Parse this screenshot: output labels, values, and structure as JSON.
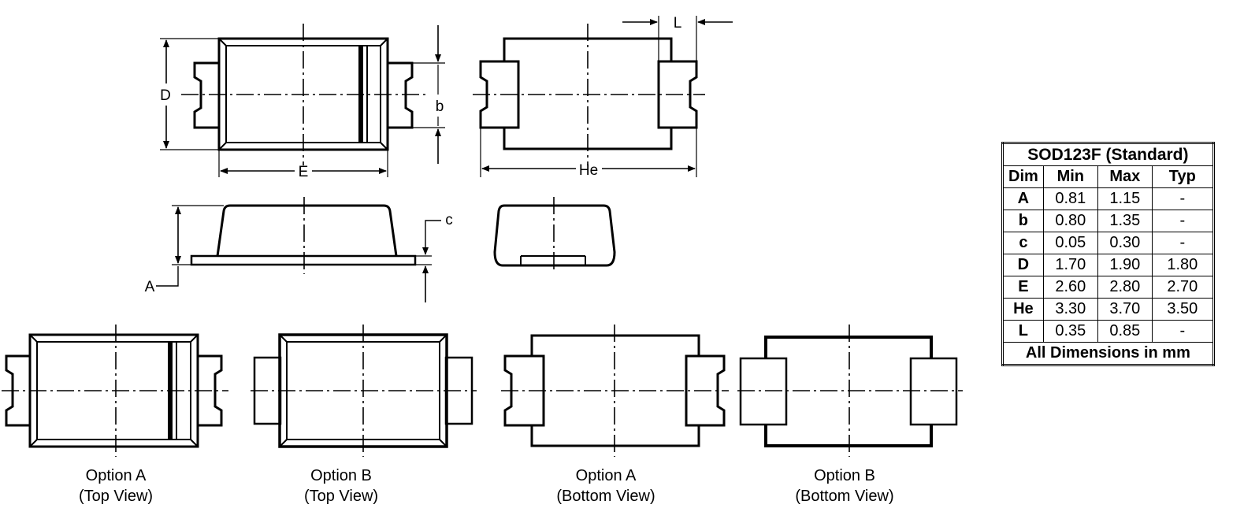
{
  "labels": {
    "D": "D",
    "b": "b",
    "E": "E",
    "L": "L",
    "He": "He",
    "c": "c",
    "A": "A"
  },
  "captions": [
    {
      "title": "Option A",
      "view": "(Top  View)"
    },
    {
      "title": "Option B",
      "view": "(Top  View)"
    },
    {
      "title": "Option A",
      "view": "(Bottom  View)"
    },
    {
      "title": "Option B",
      "view": "(Bottom  View)"
    }
  ],
  "table": {
    "title": "SOD123F (Standard)",
    "headers": [
      "Dim",
      "Min",
      "Max",
      "Typ"
    ],
    "rows": [
      [
        "A",
        "0.81",
        "1.15",
        "-"
      ],
      [
        "b",
        "0.80",
        "1.35",
        "-"
      ],
      [
        "c",
        "0.05",
        "0.30",
        "-"
      ],
      [
        "D",
        "1.70",
        "1.90",
        "1.80"
      ],
      [
        "E",
        "2.60",
        "2.80",
        "2.70"
      ],
      [
        "He",
        "3.30",
        "3.70",
        "3.50"
      ],
      [
        "L",
        "0.35",
        "0.85",
        "-"
      ]
    ],
    "footer": "All Dimensions in mm"
  }
}
